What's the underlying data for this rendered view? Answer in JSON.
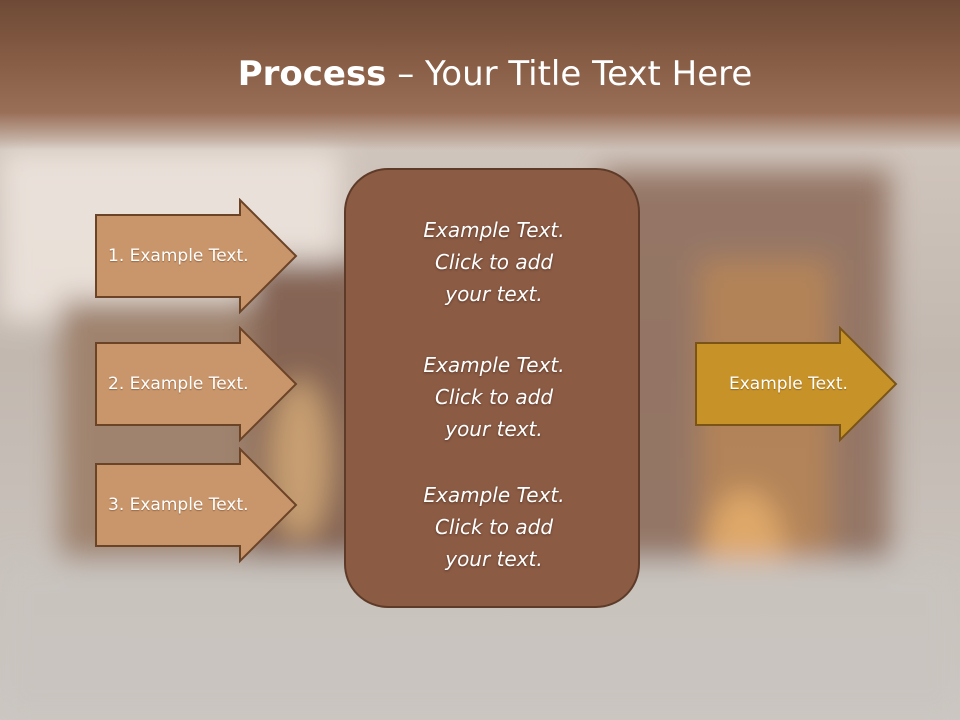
{
  "title": {
    "bold": "Process",
    "rest": " – Your Title Text Here"
  },
  "left_arrows": [
    {
      "label": "1. Example Text."
    },
    {
      "label": "2. Example Text."
    },
    {
      "label": "3. Example Text."
    }
  ],
  "center_box": {
    "items": [
      {
        "line1": "Example Text.",
        "line2": "Click  to add",
        "line3": "your text."
      },
      {
        "line1": "Example Text.",
        "line2": "Click  to add",
        "line3": "your text."
      },
      {
        "line1": "Example Text.",
        "line2": "Click  to add",
        "line3": "your text."
      }
    ]
  },
  "right_arrow": {
    "label": "Example Text."
  },
  "colors": {
    "header": "#8a5f47",
    "left_arrow_fill": "#c9956a",
    "left_arrow_stroke": "#6b4327",
    "center_fill": "#8b5b44",
    "right_arrow_fill": "#c79227",
    "right_arrow_stroke": "#7a5416"
  }
}
